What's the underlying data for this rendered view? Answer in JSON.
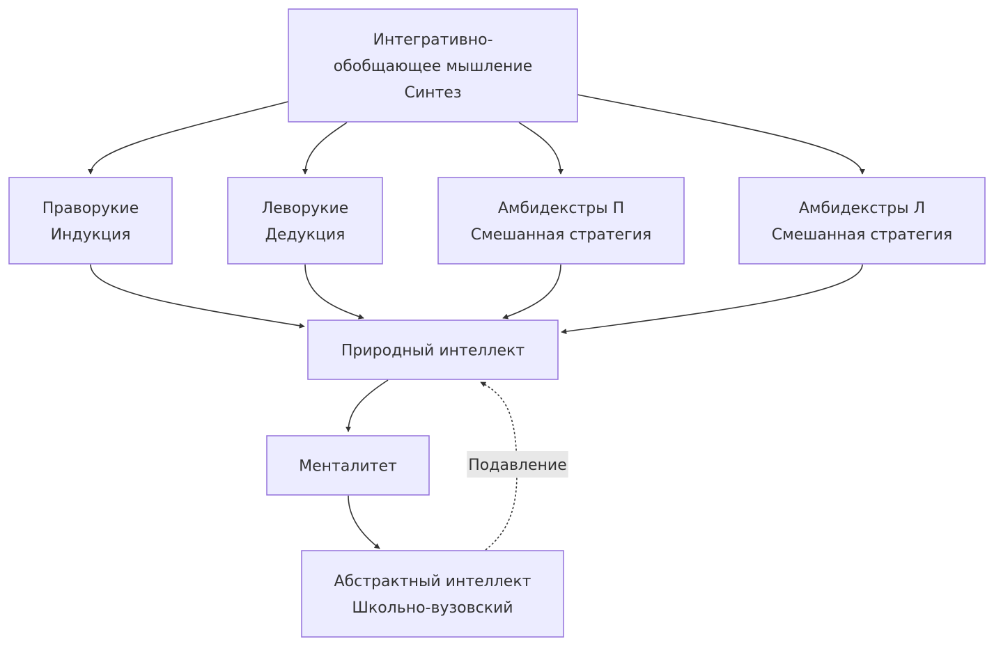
{
  "diagram": {
    "type": "flowchart",
    "colors": {
      "node_fill": "#ECECFF",
      "node_stroke": "#9370DB",
      "edge": "#333333",
      "text": "#333333",
      "edge_label_bg": "#e8e8e8"
    },
    "nodes": [
      {
        "id": "synthesis",
        "lines": [
          "Интегративно-",
          "обобщающее мышление",
          "Синтез"
        ]
      },
      {
        "id": "right_handed",
        "lines": [
          "Праворукие",
          "Индукция"
        ]
      },
      {
        "id": "left_handed",
        "lines": [
          "Леворукие",
          "Дедукция"
        ]
      },
      {
        "id": "ambi_p",
        "lines": [
          "Амбидекстры П",
          "Смешанная стратегия"
        ]
      },
      {
        "id": "ambi_l",
        "lines": [
          "Амбидекстры Л",
          "Смешанная стратегия"
        ]
      },
      {
        "id": "natural",
        "lines": [
          "Природный интеллект"
        ]
      },
      {
        "id": "mentality",
        "lines": [
          "Менталитет"
        ]
      },
      {
        "id": "abstract",
        "lines": [
          "Абстрактный интеллект",
          "Школьно-вузовский"
        ]
      }
    ],
    "edges": [
      {
        "from": "synthesis",
        "to": "right_handed",
        "style": "solid",
        "label": ""
      },
      {
        "from": "synthesis",
        "to": "left_handed",
        "style": "solid",
        "label": ""
      },
      {
        "from": "synthesis",
        "to": "ambi_p",
        "style": "solid",
        "label": ""
      },
      {
        "from": "synthesis",
        "to": "ambi_l",
        "style": "solid",
        "label": ""
      },
      {
        "from": "right_handed",
        "to": "natural",
        "style": "solid",
        "label": ""
      },
      {
        "from": "left_handed",
        "to": "natural",
        "style": "solid",
        "label": ""
      },
      {
        "from": "ambi_p",
        "to": "natural",
        "style": "solid",
        "label": ""
      },
      {
        "from": "ambi_l",
        "to": "natural",
        "style": "solid",
        "label": ""
      },
      {
        "from": "natural",
        "to": "mentality",
        "style": "solid",
        "label": ""
      },
      {
        "from": "mentality",
        "to": "abstract",
        "style": "solid",
        "label": ""
      },
      {
        "from": "abstract",
        "to": "natural",
        "style": "dotted",
        "label": "Подавление"
      }
    ]
  }
}
